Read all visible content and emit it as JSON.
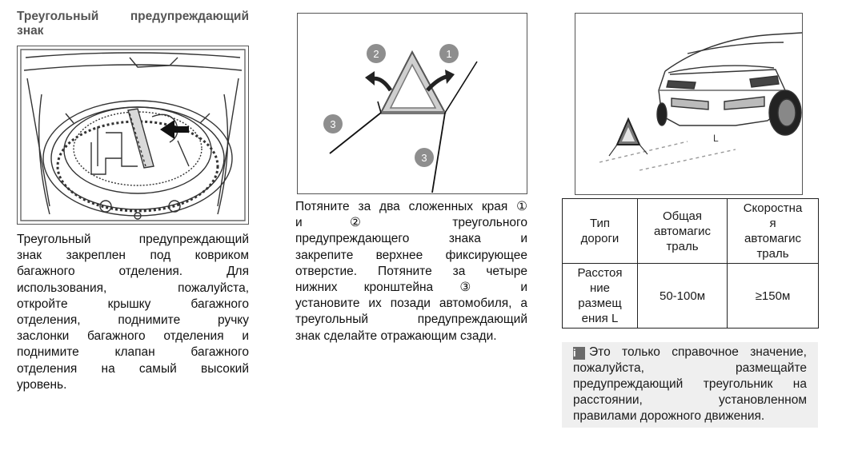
{
  "left": {
    "title": "Треугольный предупреждающий знак",
    "title_lines": [
      "Треугольный предупреждающий",
      "знак"
    ],
    "body_lines": [
      "Треугольный предупреждающий",
      "знак закреплен под ковриком",
      "багажного отделения. Для",
      "использования, пожалуйста,",
      "откройте крышку багажного",
      "отделения, поднимите ручку",
      "заслонки багажного отделения и",
      "поднимите клапан багажного",
      "отделения на самый высокий",
      "уровень."
    ]
  },
  "middle": {
    "figure_labels": {
      "n1": "1",
      "n2": "2",
      "n3a": "3",
      "n3b": "3"
    },
    "body_lines": [
      "Потяните за два сложенных края ①",
      "и ② треугольного",
      "предупреждающего знака и",
      "закрепите верхнее фиксирующее",
      "отверстие. Потяните за четыре",
      "нижних кронштейна ③ и",
      "установите их позади автомобиля, а",
      "треугольный предупреждающий",
      "знак сделайте отражающим сзади."
    ]
  },
  "right": {
    "figure_label": "L",
    "table": {
      "header": {
        "c1": [
          "Тип",
          "дороги"
        ],
        "c2": [
          "Общая",
          "автомагис",
          "траль"
        ],
        "c3": [
          "Скоростна",
          "я",
          "автомагис",
          "траль"
        ]
      },
      "row": {
        "c1": [
          "Расстоя",
          "ние",
          "размещ",
          "ения L"
        ],
        "c2": "50-100м",
        "c3": "≥150м"
      }
    },
    "note": {
      "icon_glyph": "i",
      "lines": [
        "Это только справочное значение,",
        "пожалуйста, размещайте",
        "предупреждающий треугольник на",
        "расстоянии, установленном",
        "правилами дорожного движения."
      ]
    }
  }
}
